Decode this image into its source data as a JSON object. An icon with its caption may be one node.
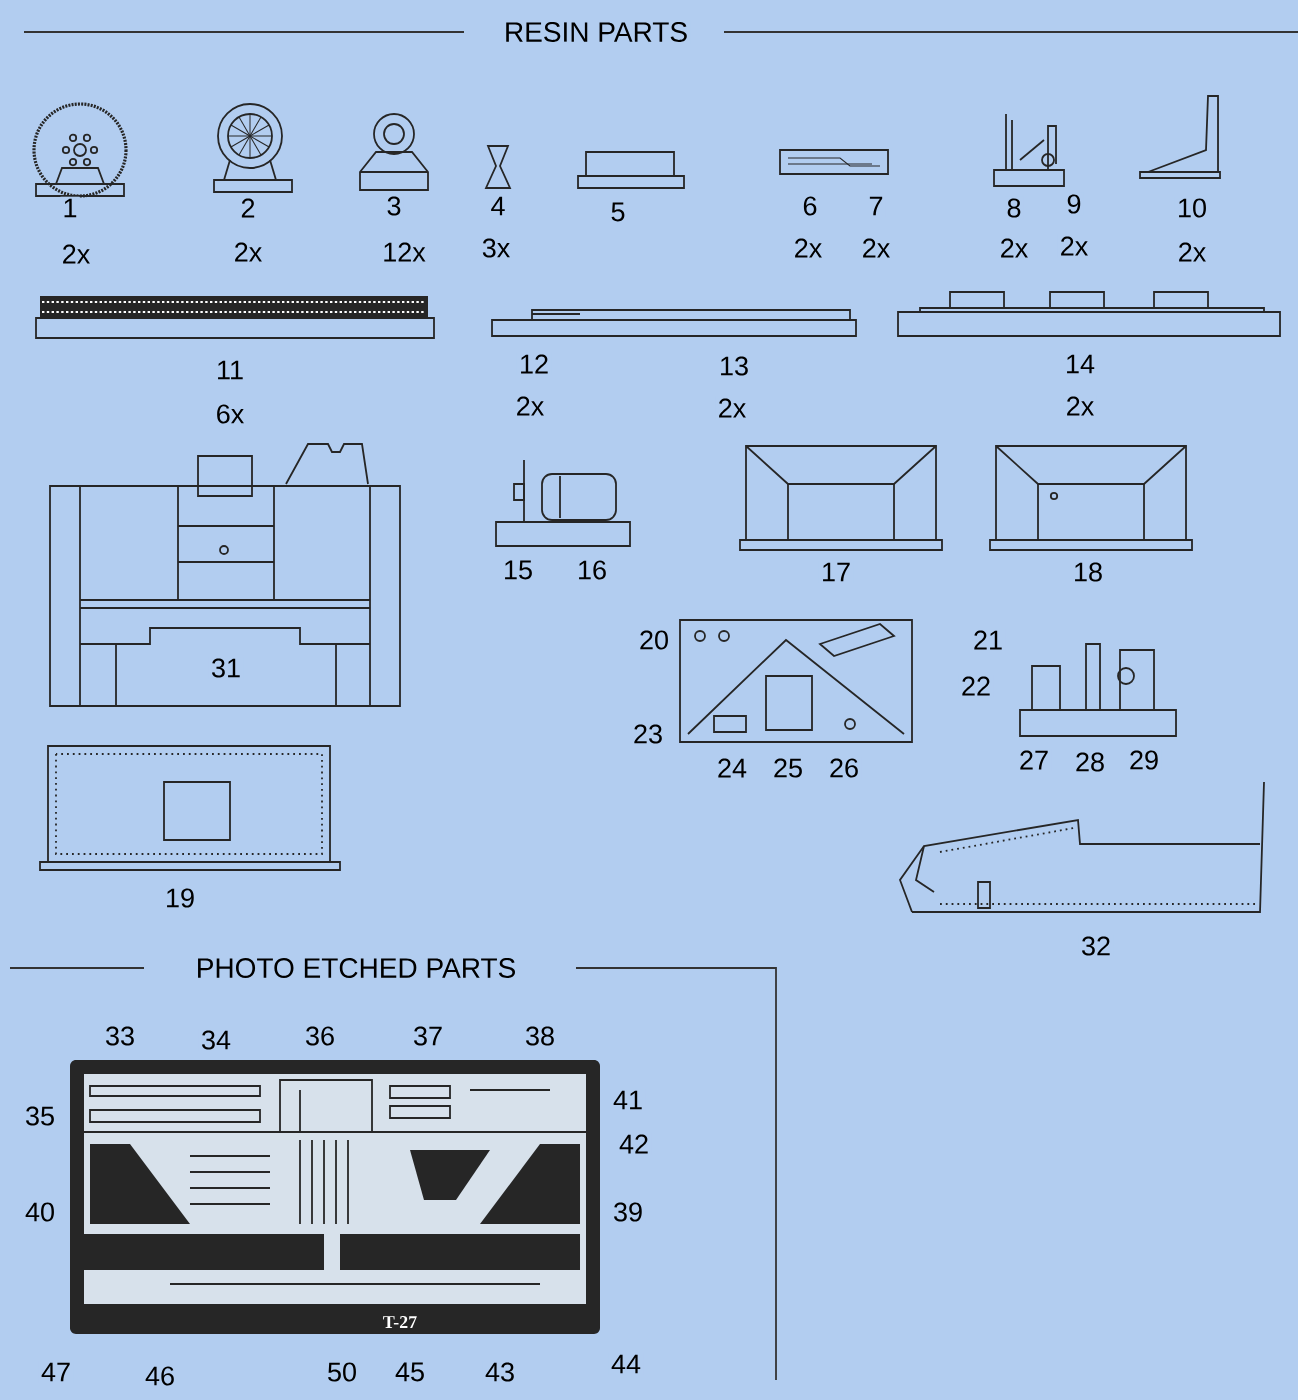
{
  "diagram": {
    "labels": [
      "RESIN PARTS",
      "1",
      "2",
      "3",
      "4",
      "5",
      "6",
      "7",
      "8",
      "9",
      "10",
      "2x",
      "2x",
      "12x",
      "3x",
      "2x",
      "2x",
      "2x",
      "2x",
      "2x",
      "11",
      "12",
      "13",
      "14",
      "6x",
      "2x",
      "2x",
      "2x",
      "15",
      "16",
      "17",
      "18",
      "31",
      "20",
      "21",
      "22",
      "23",
      "24",
      "25",
      "26",
      "27",
      "28",
      "29",
      "19",
      "32",
      "PHOTO ETCHED PARTS",
      "33",
      "34",
      "36",
      "37",
      "38",
      "35",
      "41",
      "42",
      "40",
      "39",
      "T-27",
      "47",
      "46",
      "50",
      "45",
      "43",
      "44"
    ]
  }
}
